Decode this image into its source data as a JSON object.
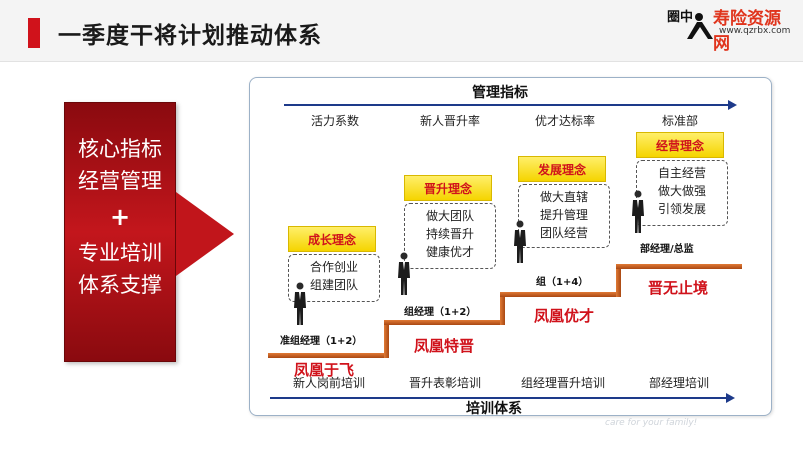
{
  "header": {
    "title": "一季度干将计划推动体系",
    "accent_color": "#d0121b",
    "logo": {
      "circle_text": "圈中",
      "brand": "寿险资源网",
      "url": "www.qzrbx.com",
      "icon": "person-logo-icon"
    }
  },
  "left_box": {
    "line1": "核心指标",
    "line2": "经营管理",
    "plus": "+",
    "line3": "专业培训",
    "line4": "体系支撑",
    "arrow": "right-arrow-icon"
  },
  "top_axis": {
    "title": "管理指标",
    "items": [
      "活力系数",
      "新人晋升率",
      "优才达标率",
      "标准部"
    ]
  },
  "bottom_axis": {
    "title": "培训体系",
    "items": [
      "新人岗前培训",
      "晋升表彰培训",
      "组经理晋升培训",
      "部经理培训"
    ]
  },
  "stages": [
    {
      "concept": "成长理念",
      "points": [
        "合作创业",
        "组建团队"
      ],
      "role": "准组经理（1+2）",
      "slogan": "凤凰于飞"
    },
    {
      "concept": "晋升理念",
      "points": [
        "做大团队",
        "持续晋升",
        "健康优才"
      ],
      "role": "组经理（1+2）",
      "slogan": "凤凰特晋"
    },
    {
      "concept": "发展理念",
      "points": [
        "做大直辖",
        "提升管理",
        "团队经营"
      ],
      "role": "组（1+4）",
      "slogan": "凤凰优才"
    },
    {
      "concept": "经营理念",
      "points": [
        "自主经营",
        "做大做强",
        "引领发展"
      ],
      "role": "部经理/总监",
      "slogan": "晋无止境"
    }
  ],
  "watermark": "care for your family!"
}
